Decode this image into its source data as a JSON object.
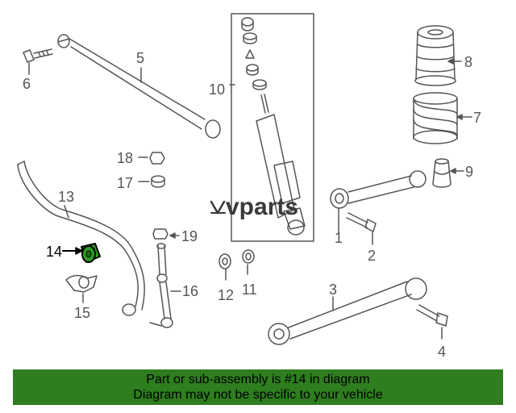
{
  "diagram": {
    "logo_text": "vparts",
    "labels": {
      "p1": "1",
      "p2": "2",
      "p3": "3",
      "p4": "4",
      "p5": "5",
      "p6": "6",
      "p7": "7",
      "p8": "8",
      "p9": "9",
      "p10": "10",
      "p11": "11",
      "p12": "12",
      "p13": "13",
      "p14": "14",
      "p15": "15",
      "p16": "16",
      "p17": "17",
      "p18": "18",
      "p19": "19"
    },
    "highlight_part": "14",
    "colors": {
      "line": "#555555",
      "highlight": "#2e9b1e",
      "banner": "#2e7d1f"
    }
  },
  "banner": {
    "line1": "Part or sub-assembly is #14 in diagram",
    "line2": "Diagram may not be specific to your vehicle"
  }
}
